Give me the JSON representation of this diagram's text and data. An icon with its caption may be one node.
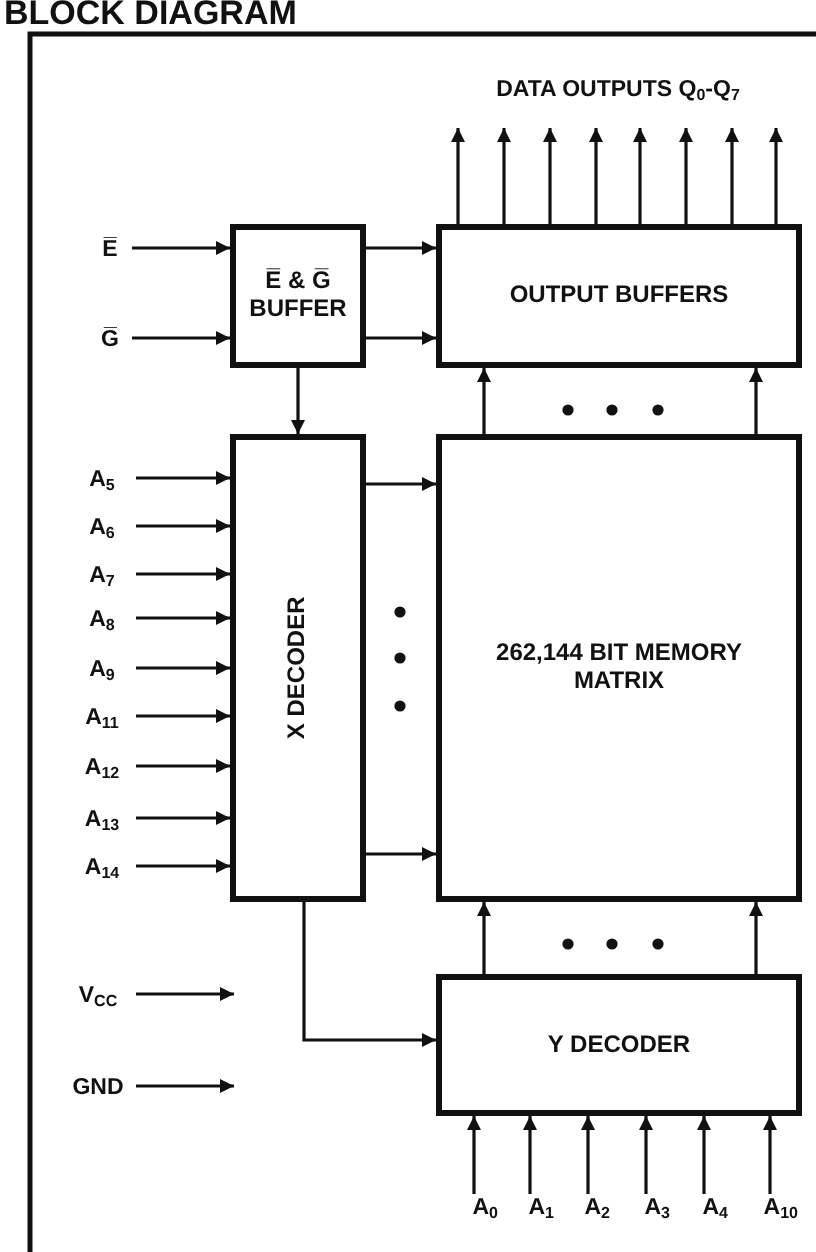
{
  "diagram": {
    "title": "BLOCK DIAGRAM",
    "nodes": [
      {
        "text": [
          "DATA OUTPUTS Q$_{0}$-Q$_{7}$"
        ]
      },
      {
        "text": [
          "E̅"
        ]
      },
      {
        "text": [
          "E̅ & G̅ BUFFER"
        ]
      },
      {
        "text": [
          "OUTPUT BUFFERS"
        ]
      },
      {
        "text": [
          "G̅"
        ]
      },
      {
        "text": [
          "X DECODER"
        ]
      },
      {
        "text": [
          "A$_{5}$"
        ]
      },
      {
        "text": [
          "A$_{6}$"
        ]
      },
      {
        "text": [
          "A$_{7}$"
        ]
      },
      {
        "text": [
          "A$_{8}$"
        ]
      },
      {
        "text": [
          "A$_{9}$"
        ]
      },
      {
        "text": [
          "A$_{11}$"
        ]
      },
      {
        "text": [
          "A$_{12}$"
        ]
      },
      {
        "text": [
          "A$_{13}$"
        ]
      },
      {
        "text": [
          "A$_{14}$"
        ]
      },
      {
        "text": [
          "262,144 BIT MEMORY MATRIX"
        ]
      },
      {
        "text": [
          "V$_{CC}$"
        ]
      },
      {
        "text": [
          "GND"
        ]
      },
      {
        "text": [
          "Y DECODER"
        ]
      },
      {
        "text": [
          "A$_{0}$"
        ]
      },
      {
        "text": [
          "A$_{1}$"
        ]
      },
      {
        "text": [
          "A$_{2}$"
        ]
      },
      {
        "text": [
          "A$_{3}$"
        ]
      },
      {
        "text": [
          "A$_{4}$"
        ]
      },
      {
        "text": [
          "A$_{10}$"
        ]
      }
    ],
    "edges": [
      {
        "from": 1,
        "to": 2,
        "arrow": "to"
      },
      {
        "from": 4,
        "to": 2,
        "arrow": "to"
      },
      {
        "from": 2,
        "to": 3,
        "arrow": "to"
      },
      {
        "from": 2,
        "to": 3,
        "arrow": "to"
      },
      {
        "from": 3,
        "to": 0,
        "arrow": "to"
      },
      {
        "from": 3,
        "to": 0,
        "arrow": "to"
      },
      {
        "from": 3,
        "to": 0,
        "arrow": "to"
      },
      {
        "from": 3,
        "to": 0,
        "arrow": "to"
      },
      {
        "from": 3,
        "to": 0,
        "arrow": "to"
      },
      {
        "from": 3,
        "to": 0,
        "arrow": "to"
      },
      {
        "from": 3,
        "to": 0,
        "arrow": "to"
      },
      {
        "from": 3,
        "to": 0,
        "arrow": "to"
      },
      {
        "from": 2,
        "to": 5,
        "arrow": "to"
      },
      {
        "from": 6,
        "to": 5,
        "arrow": "to"
      },
      {
        "from": 7,
        "to": 5,
        "arrow": "to"
      },
      {
        "from": 8,
        "to": 5,
        "arrow": "to"
      },
      {
        "from": 9,
        "to": 5,
        "arrow": "to"
      },
      {
        "from": 10,
        "to": 5,
        "arrow": "to"
      },
      {
        "from": 11,
        "to": 5,
        "arrow": "to"
      },
      {
        "from": 12,
        "to": 5,
        "arrow": "to"
      },
      {
        "from": 13,
        "to": 5,
        "arrow": "to"
      },
      {
        "from": 14,
        "to": 5,
        "arrow": "to"
      },
      {
        "from": 5,
        "to": 15,
        "arrow": "to"
      },
      {
        "from": 5,
        "to": 15,
        "arrow": "to"
      },
      {
        "from": 15,
        "to": 3,
        "arrow": "to"
      },
      {
        "from": 15,
        "to": 3,
        "arrow": "to"
      },
      {
        "from": 18,
        "to": 15,
        "arrow": "to"
      },
      {
        "from": 18,
        "to": 15,
        "arrow": "to"
      },
      {
        "from": 5,
        "to": 18,
        "arrow": "to"
      },
      {
        "from": 19,
        "to": 18,
        "arrow": "to"
      },
      {
        "from": 20,
        "to": 18,
        "arrow": "to"
      },
      {
        "from": 21,
        "to": 18,
        "arrow": "to"
      },
      {
        "from": 22,
        "to": 18,
        "arrow": "to"
      },
      {
        "from": 23,
        "to": 18,
        "arrow": "to"
      },
      {
        "from": 24,
        "to": 18,
        "arrow": "to"
      },
      {
        "from": 16,
        "to": null,
        "arrow": "to"
      },
      {
        "from": 17,
        "to": null,
        "arrow": "to"
      }
    ]
  }
}
